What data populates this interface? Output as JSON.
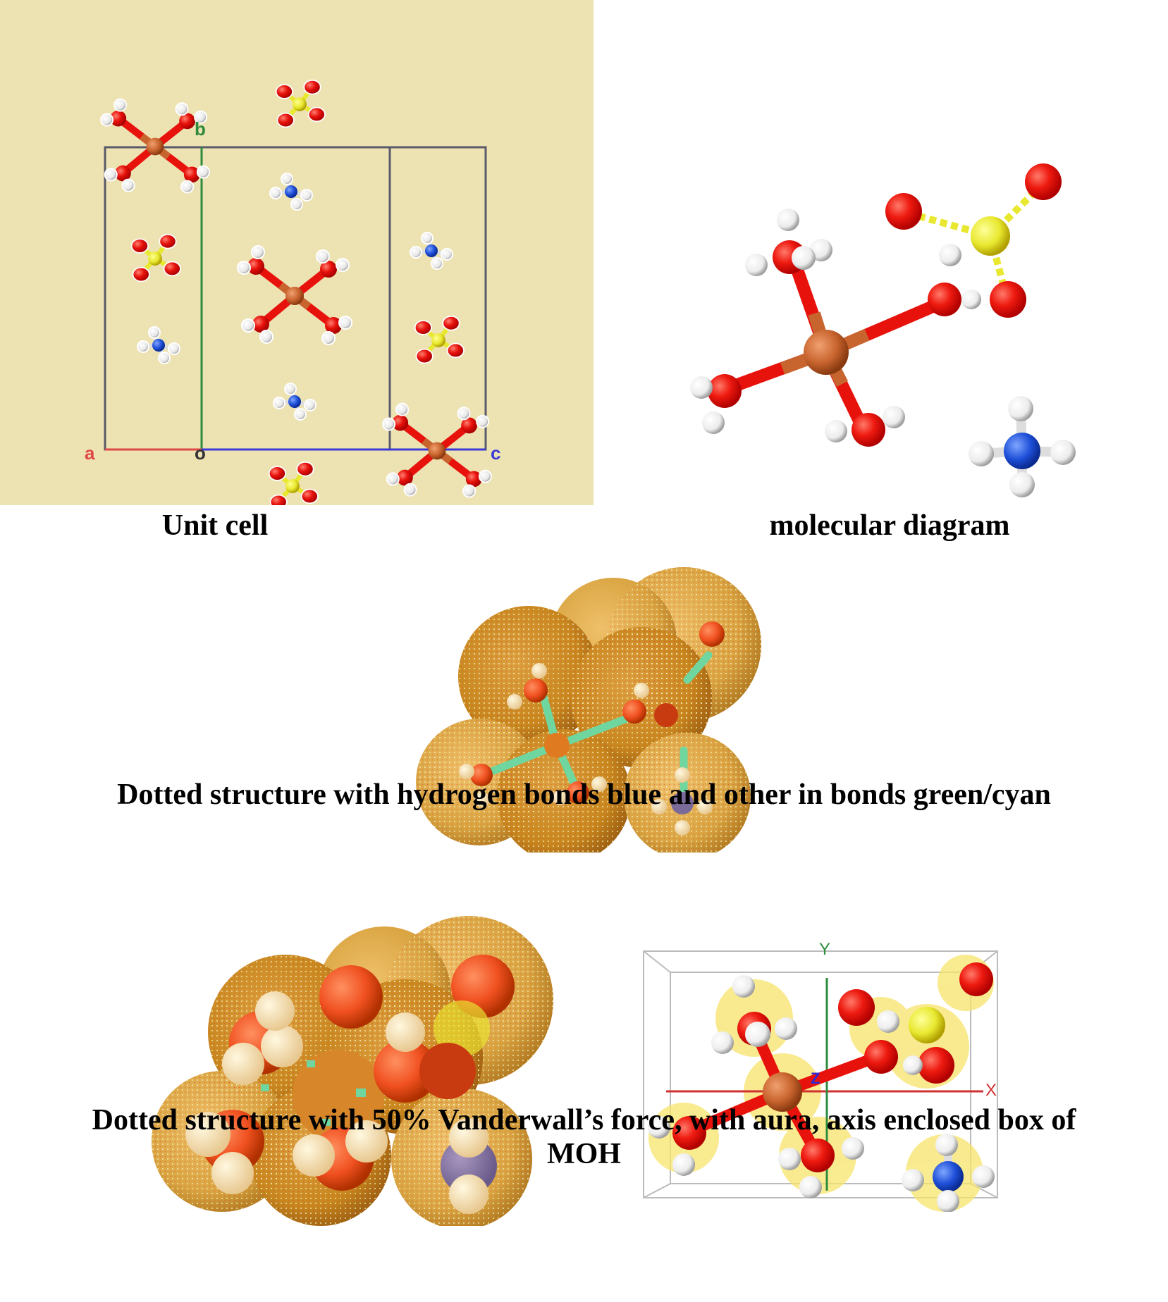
{
  "figure": {
    "panels": [
      {
        "id": "unit-cell",
        "caption": "Unit cell",
        "background": "#EDE2B2",
        "axis_labels": {
          "a": "a",
          "b": "b",
          "c": "c",
          "origin": "o"
        },
        "axis_colors": {
          "a": "#E04848",
          "b": "#2E8B3E",
          "c": "#3A3AD8",
          "origin": "#333333",
          "cell_edge": "#5A5A6A"
        }
      },
      {
        "id": "molecular-diagram",
        "caption": "molecular diagram"
      },
      {
        "id": "dotted-structure-bonds",
        "caption": "Dotted structure with hydrogen bonds blue and other in bonds green/cyan"
      },
      {
        "id": "dotted-structure-vdw",
        "caption_line1": "Dotted structure with 50% Vanderwall’s force, with aura, axis enclosed box of",
        "caption_line2": "MOH"
      },
      {
        "id": "axis-box",
        "axis_labels": {
          "x": "X",
          "y": "Y",
          "z": "Z"
        },
        "axis_colors": {
          "x": "#D03030",
          "y": "#2E8B3E",
          "z": "#2A2AD8"
        }
      }
    ],
    "atom_colors": {
      "oxygen": "#E8120C",
      "hydrogen": "#F2F2F2",
      "metal": "#C8642E",
      "sulfur": "#E8E830",
      "nitrogen": "#1E4FD8",
      "vdw_surface": "#D9A441",
      "bond_green": "#6FD6A0"
    }
  }
}
